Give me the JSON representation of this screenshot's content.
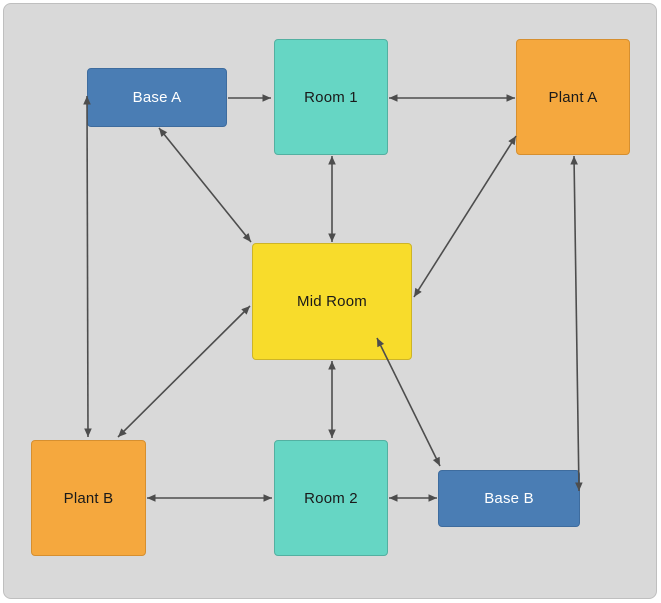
{
  "canvas": {
    "background_color": "#d9d9d9",
    "border_color": "#bfbfbf",
    "arrow_color": "#4d4d4d"
  },
  "nodes": [
    {
      "id": "base-a",
      "label": "Base A",
      "fill": "#4a7db4",
      "border": "#3e6c9e",
      "text_color": "#ffffff",
      "shape": "rectangle"
    },
    {
      "id": "room-1",
      "label": "Room 1",
      "fill": "#66d6c4",
      "border": "#53b0a1",
      "text_color": "#1a1a1a",
      "shape": "square"
    },
    {
      "id": "plant-a",
      "label": "Plant A",
      "fill": "#f5a83e",
      "border": "#d68f2f",
      "text_color": "#1a1a1a",
      "shape": "square"
    },
    {
      "id": "mid-room",
      "label": "Mid Room",
      "fill": "#f8dc2b",
      "border": "#cdb428",
      "text_color": "#1a1a1a",
      "shape": "rectangle"
    },
    {
      "id": "plant-b",
      "label": "Plant B",
      "fill": "#f5a83e",
      "border": "#d68f2f",
      "text_color": "#1a1a1a",
      "shape": "square"
    },
    {
      "id": "room-2",
      "label": "Room 2",
      "fill": "#66d6c4",
      "border": "#53b0a1",
      "text_color": "#1a1a1a",
      "shape": "square"
    },
    {
      "id": "base-b",
      "label": "Base B",
      "fill": "#4a7db4",
      "border": "#3e6c9e",
      "text_color": "#ffffff",
      "shape": "rectangle"
    }
  ],
  "edges": [
    {
      "from": "Base A",
      "to": "Room 1",
      "direction": "one-way"
    },
    {
      "from": "Room 1",
      "to": "Plant A",
      "direction": "two-way"
    },
    {
      "from": "Room 1",
      "to": "Mid Room",
      "direction": "two-way"
    },
    {
      "from": "Base A",
      "to": "Mid Room",
      "direction": "two-way"
    },
    {
      "from": "Base A",
      "to": "Plant B",
      "direction": "two-way"
    },
    {
      "from": "Mid Room",
      "to": "Plant A",
      "direction": "two-way"
    },
    {
      "from": "Mid Room",
      "to": "Plant B",
      "direction": "two-way"
    },
    {
      "from": "Mid Room",
      "to": "Base B",
      "direction": "two-way"
    },
    {
      "from": "Plant A",
      "to": "Base B",
      "direction": "two-way"
    },
    {
      "from": "Plant B",
      "to": "Room 2",
      "direction": "two-way"
    },
    {
      "from": "Room 2",
      "to": "Base B",
      "direction": "two-way"
    },
    {
      "from": "Mid Room",
      "to": "Room 2",
      "direction": "two-way"
    }
  ]
}
